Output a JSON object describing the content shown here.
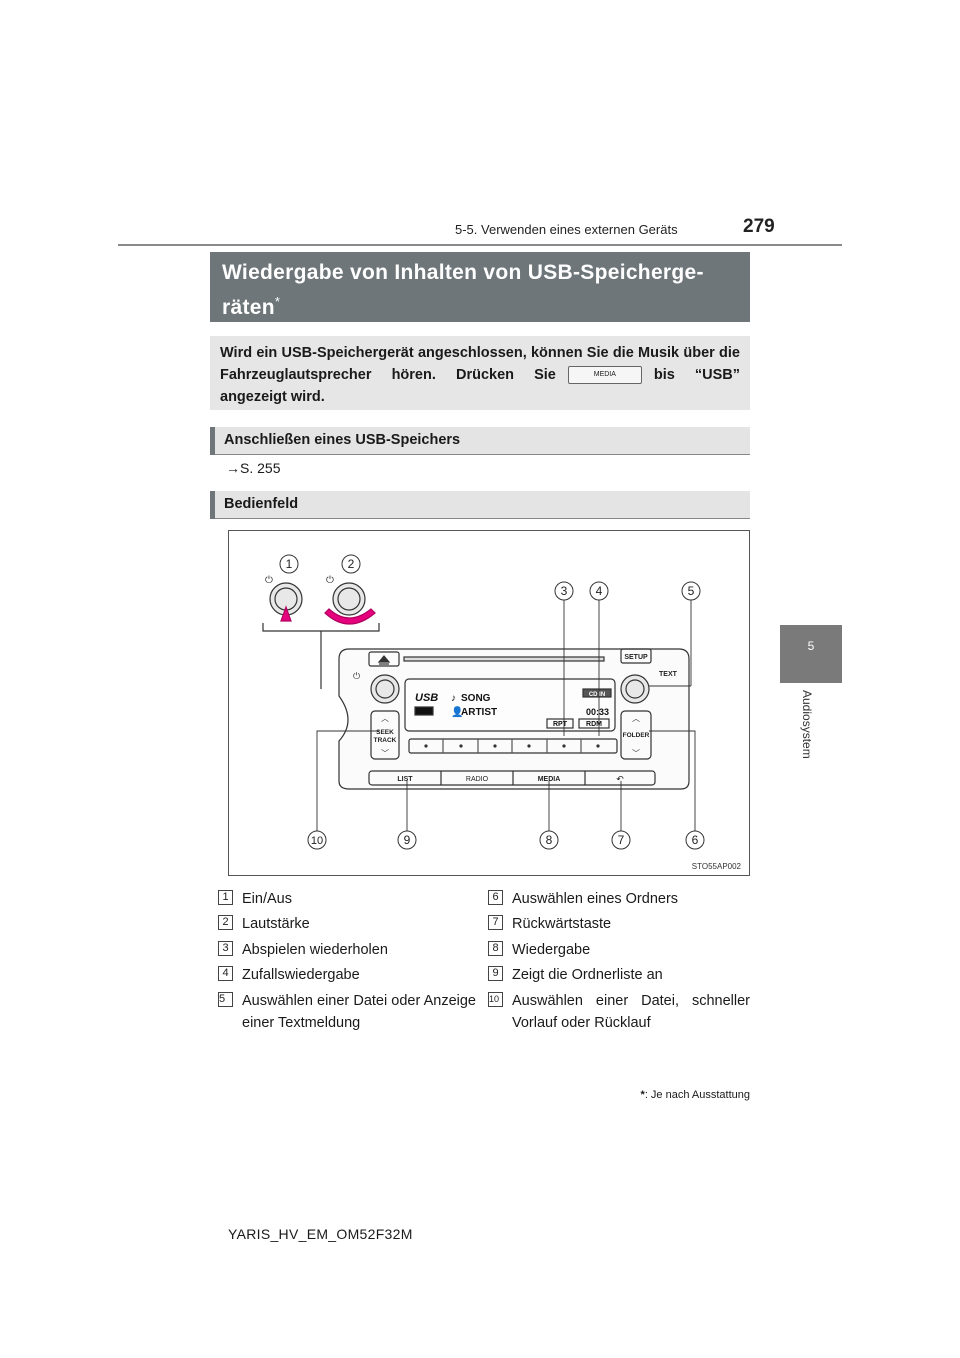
{
  "header": {
    "section": "5-5. Verwenden eines externen Geräts",
    "page_number": "279"
  },
  "side_tab": {
    "chapter_number": "5",
    "chapter_label": "Audiosystem"
  },
  "title": {
    "text": "Wiedergabe von Inhalten von USB-Speicherge-räten",
    "line1": "Wiedergabe von Inhalten von USB-Speicherge-",
    "line2": "räten",
    "mark": "*"
  },
  "intro": {
    "before": "Wird ein USB-Speichergerät angeschlossen, können Sie die Musik über die Fahrzeuglautsprecher hören. Drücken Sie",
    "button": "MEDIA",
    "after": "bis “USB” angezeigt wird."
  },
  "sections": {
    "connect": {
      "title": "Anschließen eines USB-Speichers",
      "ref": "→S. 255"
    },
    "panel": {
      "title": "Bedienfeld"
    }
  },
  "figure": {
    "code": "STO55AP002",
    "display": {
      "source": "USB",
      "song": "SONG",
      "artist": "ARTIST",
      "indicator": "CD IN",
      "time": "00:33",
      "rpt": "RPT",
      "rdm": "RDM"
    },
    "buttons": {
      "setup": "SETUP",
      "text": "TEXT",
      "seek_track": "SEEK TRACK",
      "folder": "FOLDER",
      "list": "LIST",
      "radio": "RADIO",
      "media": "MEDIA"
    },
    "callouts": [
      "1",
      "2",
      "3",
      "4",
      "5",
      "6",
      "7",
      "8",
      "9",
      "10"
    ]
  },
  "legend": {
    "left": [
      {
        "num": "1",
        "text": "Ein/Aus"
      },
      {
        "num": "2",
        "text": "Lautstärke"
      },
      {
        "num": "3",
        "text": "Abspielen wiederholen"
      },
      {
        "num": "4",
        "text": "Zufallswiedergabe"
      },
      {
        "num": "5",
        "text": "Auswählen einer Datei oder Anzeige einer Textmeldung"
      }
    ],
    "right": [
      {
        "num": "6",
        "text": "Auswählen eines Ordners"
      },
      {
        "num": "7",
        "text": "Rückwärtstaste"
      },
      {
        "num": "8",
        "text": "Wiedergabe"
      },
      {
        "num": "9",
        "text": "Zeigt die Ordnerliste an"
      },
      {
        "num": "10",
        "text": "Auswählen einer Datei, schneller Vorlauf oder Rücklauf"
      }
    ]
  },
  "footnote": {
    "mark": "*",
    "text": ": Je nach Ausstattung"
  },
  "footer": {
    "doc_code": "YARIS_HV_EM_OM52F32M"
  }
}
